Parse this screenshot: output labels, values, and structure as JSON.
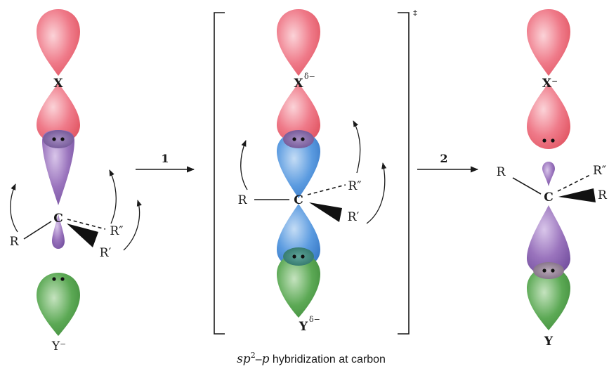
{
  "colors": {
    "red_lobe": "#ec6f7f",
    "purple_lobe": "#8f67b0",
    "blue_lobe": "#4d8fd6",
    "green_lobe": "#4a9a44",
    "bond": "#1a1a1a"
  },
  "arrows": {
    "step1_label": "1",
    "step2_label": "2"
  },
  "reactant": {
    "x_label": "X",
    "c_label": "C",
    "r_label": "R",
    "r_prime_label": "R′",
    "r_double_prime_label": "R″",
    "nucleophile_label": "Y⁻"
  },
  "transition_state": {
    "x_label": "X",
    "x_charge": "δ−",
    "c_label": "C",
    "r_label": "R",
    "r_prime_label": "R′",
    "r_double_prime_label": "R″",
    "y_label": "Y",
    "y_charge": "δ−",
    "double_dagger": "‡"
  },
  "product": {
    "x_label": "X⁻",
    "c_label": "C",
    "r_label": "R",
    "r_prime_label": "R",
    "r_double_prime_label": "R″",
    "y_label": "Y"
  },
  "caption": {
    "sp": "sp",
    "sup2": "2",
    "dash": "–",
    "p": "p",
    "rest": " hybridization at carbon"
  }
}
